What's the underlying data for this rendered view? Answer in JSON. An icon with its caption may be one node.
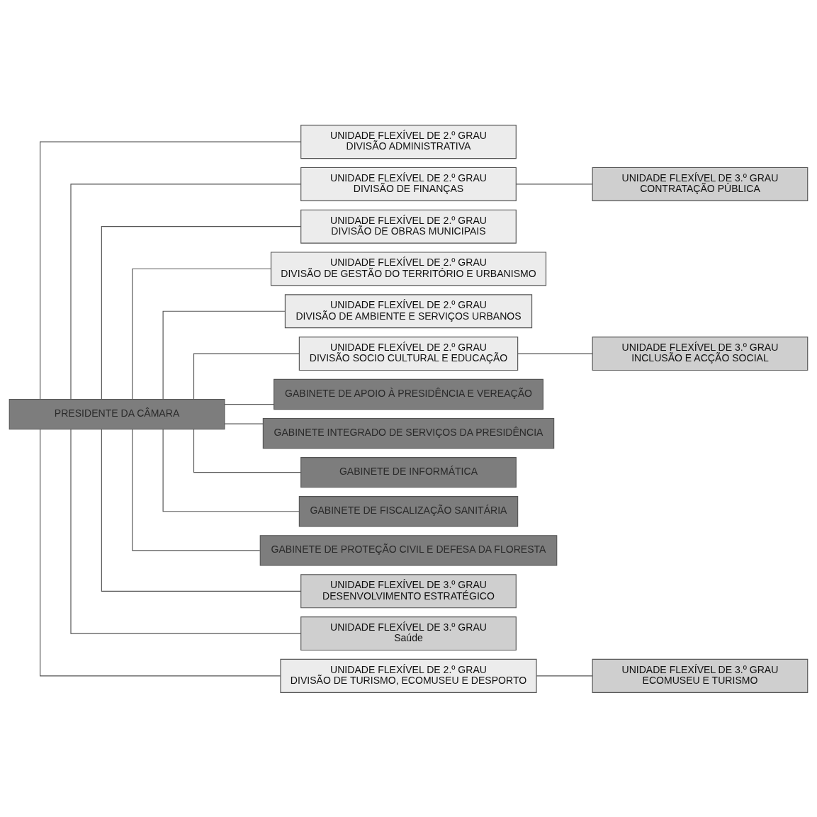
{
  "diagram": {
    "nodes": [
      {
        "text": [
          "PRESIDENTE DA CÂMARA"
        ]
      },
      {
        "text": [
          "UNIDADE FLEXÍVEL DE 2.º GRAU",
          "DIVISÃO ADMINISTRATIVA"
        ]
      },
      {
        "text": [
          "UNIDADE FLEXÍVEL DE 2.º GRAU",
          "DIVISÃO DE FINANÇAS"
        ]
      },
      {
        "text": [
          "UNIDADE FLEXÍVEL DE 3.º GRAU",
          "CONTRATAÇÃO PÚBLICA"
        ]
      },
      {
        "text": [
          "UNIDADE FLEXÍVEL DE 2.º GRAU",
          "DIVISÃO DE OBRAS MUNICIPAIS"
        ]
      },
      {
        "text": [
          "UNIDADE FLEXÍVEL DE 2.º GRAU",
          "DIVISÃO DE GESTÃO DO TERRITÓRIO E URBANISMO"
        ]
      },
      {
        "text": [
          "UNIDADE FLEXÍVEL DE 2.º GRAU",
          "DIVISÃO DE AMBIENTE E SERVIÇOS URBANOS"
        ]
      },
      {
        "text": [
          "UNIDADE FLEXÍVEL DE 2.º GRAU",
          "DIVISÃO SOCIO CULTURAL E EDUCAÇÃO"
        ]
      },
      {
        "text": [
          "UNIDADE FLEXÍVEL DE 3.º GRAU",
          "INCLUSÃO E ACÇÃO SOCIAL"
        ]
      },
      {
        "text": [
          "GABINETE DE APOIO À PRESIDÊNCIA E VEREAÇÃO"
        ]
      },
      {
        "text": [
          "GABINETE INTEGRADO DE SERVIÇOS DA PRESIDÊNCIA"
        ]
      },
      {
        "text": [
          "GABINETE DE INFORMÁTICA"
        ]
      },
      {
        "text": [
          "GABINETE DE FISCALIZAÇÃO SANITÁRIA"
        ]
      },
      {
        "text": [
          "GABINETE DE PROTEÇÃO CIVIL E DEFESA DA FLORESTA"
        ]
      },
      {
        "text": [
          "UNIDADE FLEXÍVEL DE 3.º GRAU",
          "DESENVOLVIMENTO ESTRATÉGICO"
        ]
      },
      {
        "text": [
          "UNIDADE FLEXÍVEL DE 3.º GRAU",
          "Saúde"
        ]
      },
      {
        "text": [
          "UNIDADE FLEXÍVEL DE 2.º GRAU",
          "DIVISÃO DE TURISMO, ECOMUSEU E DESPORTO"
        ]
      },
      {
        "text": [
          "UNIDADE FLEXÍVEL DE 3.º GRAU",
          "ECOMUSEU E TURISMO"
        ]
      }
    ],
    "edges": [
      {
        "from": 0,
        "to": 9,
        "arrow": "none"
      },
      {
        "from": 0,
        "to": 1,
        "arrow": "none"
      },
      {
        "from": 0,
        "to": 10,
        "arrow": "none"
      },
      {
        "from": 0,
        "to": 2,
        "arrow": "none"
      },
      {
        "from": 0,
        "to": 11,
        "arrow": "none"
      },
      {
        "from": 2,
        "to": 3,
        "arrow": "none"
      },
      {
        "from": 0,
        "to": 12,
        "arrow": "none"
      },
      {
        "from": 0,
        "to": 13,
        "arrow": "none"
      },
      {
        "from": 0,
        "to": 4,
        "arrow": "none"
      },
      {
        "from": 0,
        "to": 14,
        "arrow": "none"
      },
      {
        "from": 0,
        "to": 5,
        "arrow": "none"
      },
      {
        "from": 0,
        "to": 15,
        "arrow": "none"
      },
      {
        "from": 0,
        "to": 6,
        "arrow": "none"
      },
      {
        "from": 0,
        "to": 16,
        "arrow": "none"
      },
      {
        "from": 16,
        "to": 17,
        "arrow": "none"
      },
      {
        "from": 0,
        "to": 7,
        "arrow": "none"
      },
      {
        "from": 7,
        "to": 8,
        "arrow": "none"
      }
    ]
  }
}
